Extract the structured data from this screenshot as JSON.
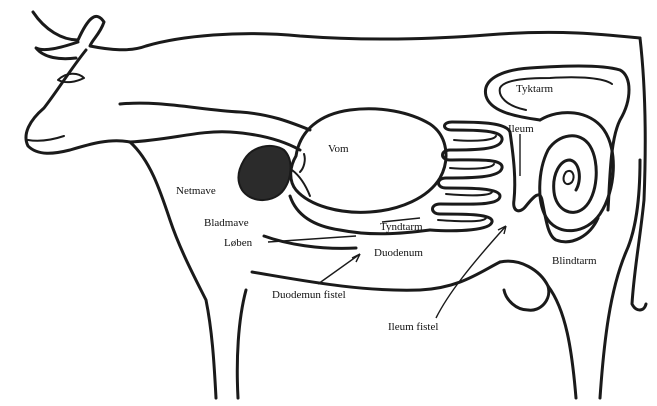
{
  "colors": {
    "ink": "#1a1a1a",
    "background": "#ffffff",
    "netmave_fill": "#2b2b2b"
  },
  "labels": {
    "vom": "Vom",
    "netmave": "Netmave",
    "bladmave": "Bladmave",
    "loben": "Løben",
    "tyndtarm": "Tyndtarm",
    "duodenum": "Duodenum",
    "duodenum_fistel": "Duodemun fistel",
    "ileum": "Ileum",
    "ileum_fistel": "Ileum fistel",
    "tyktarm": "Tyktarm",
    "blindtarm": "Blindtarm"
  }
}
